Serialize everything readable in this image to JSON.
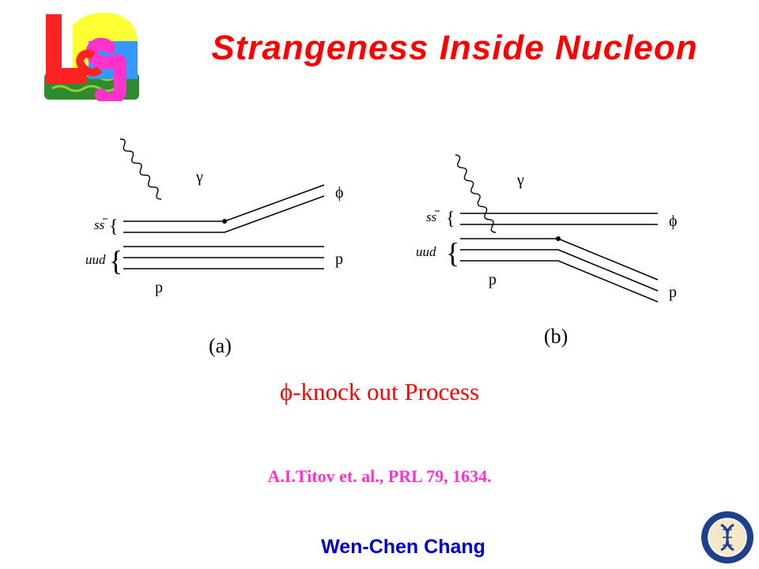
{
  "slide": {
    "title": "Strangeness Inside Nucleon",
    "caption": "ϕ-knock out Process",
    "reference": "A.I.Titov et. al., PRL 79, 1634.",
    "author": "Wen-Chen Chang"
  },
  "diagram_a": {
    "label": "(a)",
    "photon": "γ",
    "strange_pair": "ss",
    "uud": "uud",
    "phi": "ϕ",
    "proton_out": "p",
    "proton_in": "p"
  },
  "diagram_b": {
    "label": "(b)",
    "photon": "γ",
    "strange_pair": "ss",
    "uud": "uud",
    "phi": "ϕ",
    "proton_out": "p",
    "proton_in": "p"
  },
  "colors": {
    "title": "#ff0000",
    "caption": "#ff0000",
    "reference": "#ff33cc",
    "author": "#0000cc"
  },
  "icons": {
    "logo": "lcgp-logo-icon",
    "seal": "academia-sinica-seal-icon"
  }
}
